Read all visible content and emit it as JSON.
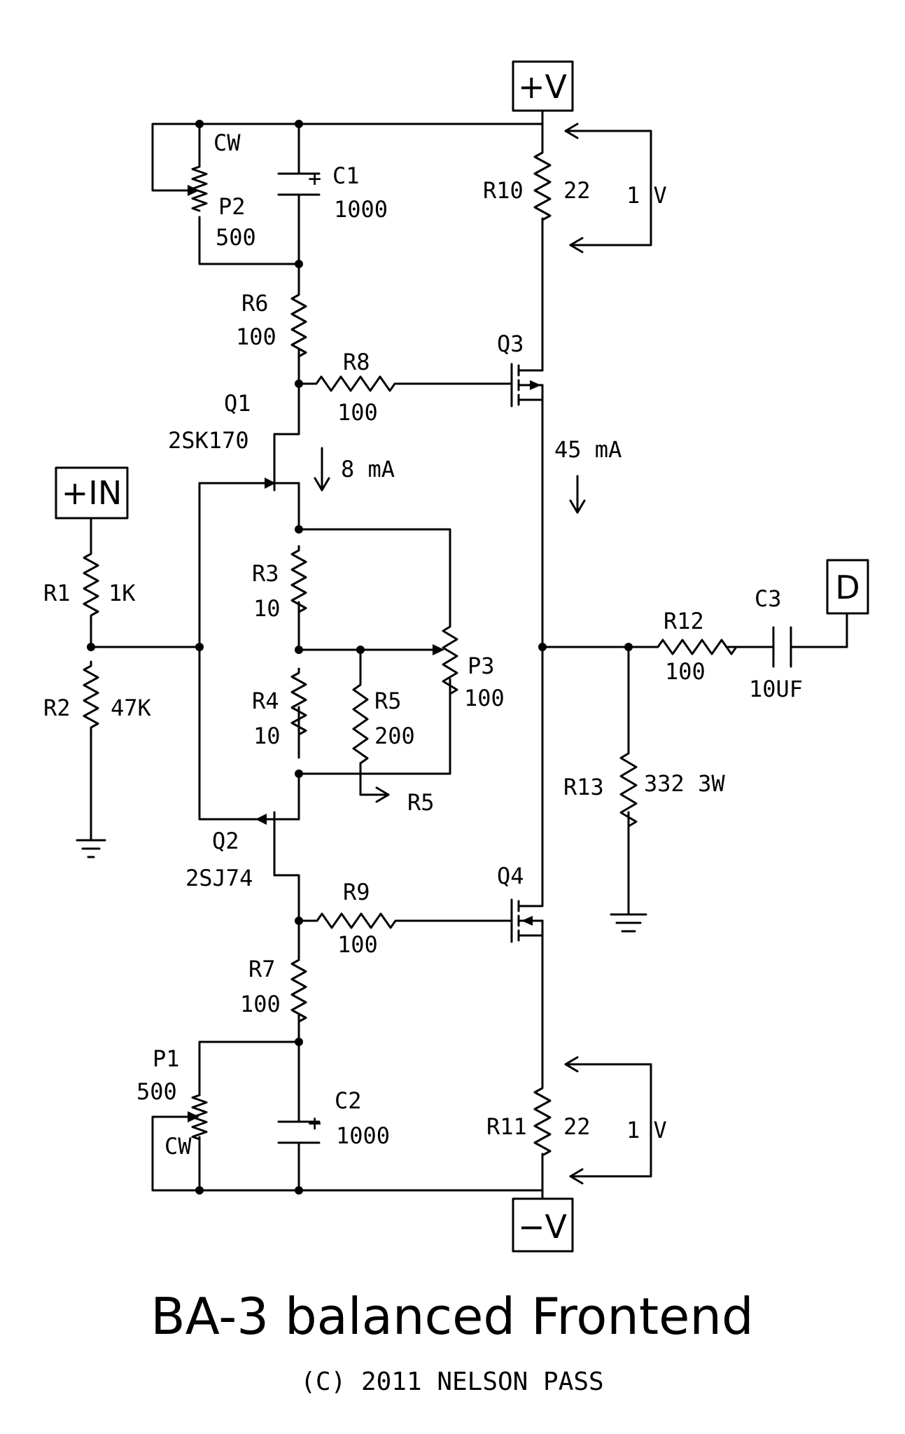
{
  "title": "BA-3 balanced Frontend",
  "copyright": "(C) 2011 NELSON PASS",
  "terminals": {
    "vplus": "+V",
    "vminus": "−V",
    "input": "+IN",
    "output": "D"
  },
  "components": {
    "r1": {
      "ref": "R1",
      "value": "1K"
    },
    "r2": {
      "ref": "R2",
      "value": "47K"
    },
    "r3": {
      "ref": "R3",
      "value": "10"
    },
    "r4": {
      "ref": "R4",
      "value": "10"
    },
    "r5": {
      "ref": "R5",
      "value": "200"
    },
    "r5_tap": "R5",
    "r6": {
      "ref": "R6",
      "value": "100"
    },
    "r7": {
      "ref": "R7",
      "value": "100"
    },
    "r8": {
      "ref": "R8",
      "value": "100"
    },
    "r9": {
      "ref": "R9",
      "value": "100"
    },
    "r10": {
      "ref": "R10",
      "value": "22"
    },
    "r11": {
      "ref": "R11",
      "value": "22"
    },
    "r12": {
      "ref": "R12",
      "value": "100"
    },
    "r13": {
      "ref": "R13",
      "value": "332 3W"
    },
    "c1": {
      "ref": "C1",
      "value": "1000",
      "polarity": "+"
    },
    "c2": {
      "ref": "C2",
      "value": "1000",
      "polarity": "+"
    },
    "c3": {
      "ref": "C3",
      "value": "10UF"
    },
    "p1": {
      "ref": "P1",
      "value": "500",
      "cw": "CW"
    },
    "p2": {
      "ref": "P2",
      "value": "500",
      "cw": "CW"
    },
    "p3": {
      "ref": "P3",
      "value": "100"
    },
    "q1": {
      "ref": "Q1",
      "part": "2SK170"
    },
    "q2": {
      "ref": "Q2",
      "part": "2SJ74"
    },
    "q3": {
      "ref": "Q3"
    },
    "q4": {
      "ref": "Q4"
    }
  },
  "annotations": {
    "r10_voltage": "1 V",
    "r11_voltage": "1 V",
    "q1_current": "8 mA",
    "output_current": "45 mA"
  }
}
